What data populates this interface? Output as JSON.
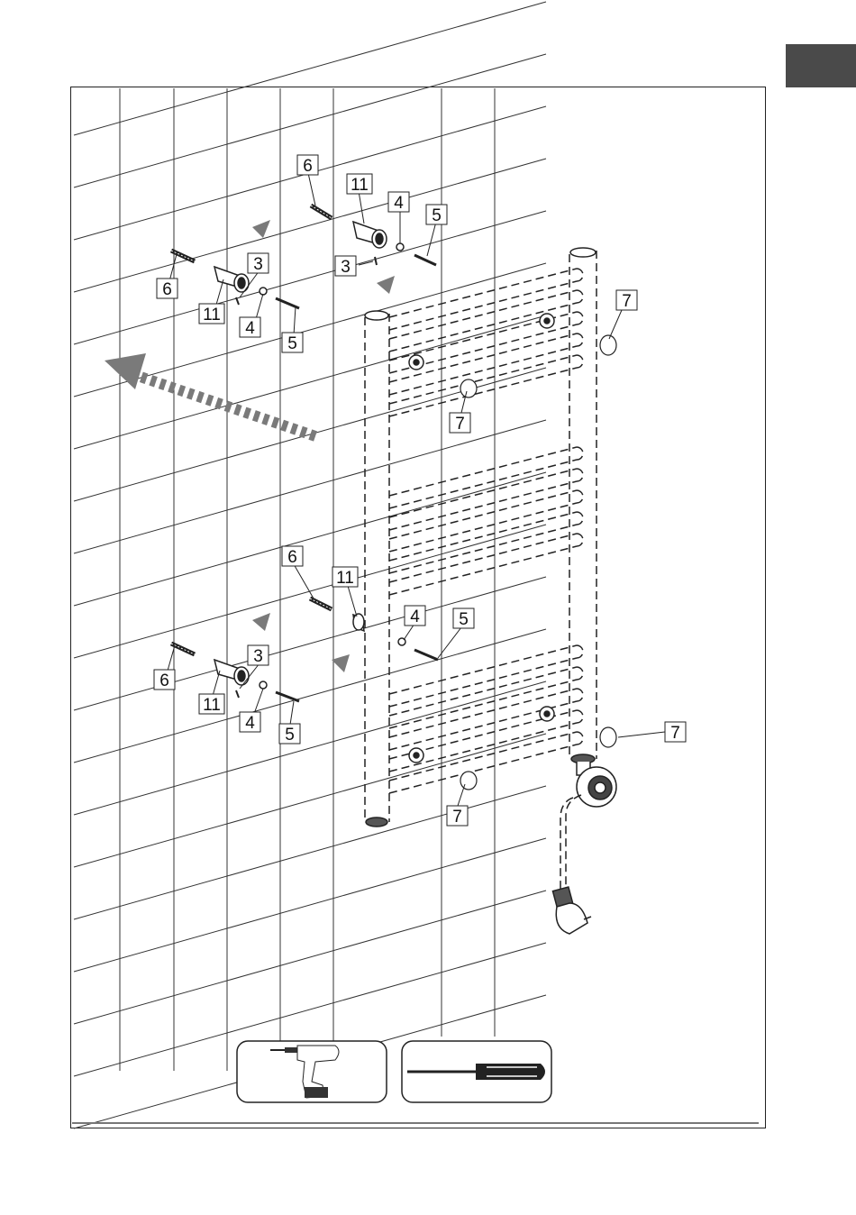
{
  "callouts": [
    {
      "text": "6"
    },
    {
      "text": "11"
    },
    {
      "text": "4"
    },
    {
      "text": "5"
    },
    {
      "text": "3"
    },
    {
      "text": "6"
    },
    {
      "text": "3"
    },
    {
      "text": "11"
    },
    {
      "text": "4"
    },
    {
      "text": "5"
    },
    {
      "text": "7"
    },
    {
      "text": "7"
    },
    {
      "text": "6"
    },
    {
      "text": "11"
    },
    {
      "text": "4"
    },
    {
      "text": "5"
    },
    {
      "text": "6"
    },
    {
      "text": "3"
    },
    {
      "text": "11"
    },
    {
      "text": "4"
    },
    {
      "text": "5"
    },
    {
      "text": "7"
    },
    {
      "text": "7"
    }
  ],
  "tools": [
    {
      "name": "drill-icon"
    },
    {
      "name": "screwdriver-icon"
    }
  ],
  "colors": {
    "tab": "#4a4a4a",
    "line": "#222222",
    "arrow": "#7a7a7a"
  }
}
